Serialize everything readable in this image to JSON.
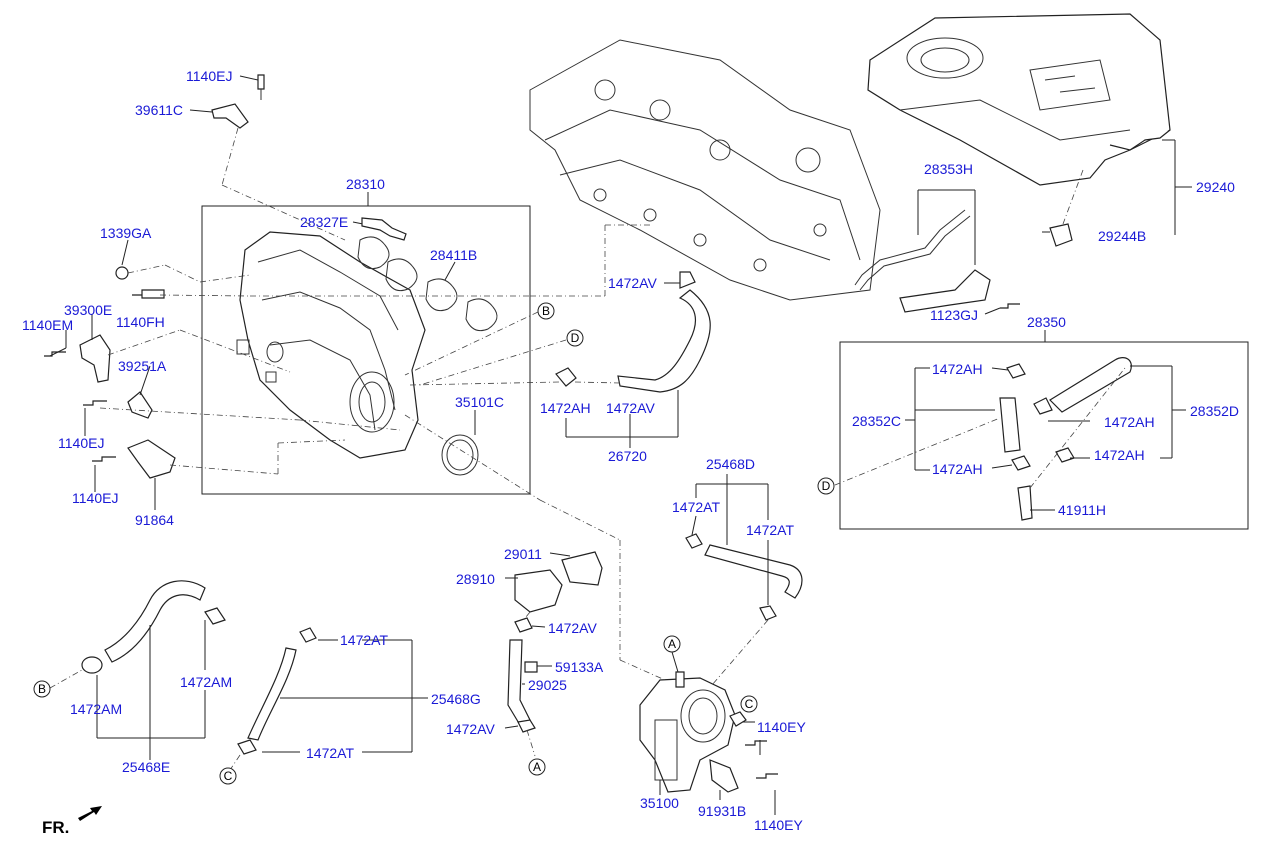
{
  "labels": {
    "p1140EJ_top": "1140EJ",
    "p39611C": "39611C",
    "p28310": "28310",
    "p28327E": "28327E",
    "p28411B": "28411B",
    "p1339GA": "1339GA",
    "p39300E": "39300E",
    "p1140EM": "1140EM",
    "p1140FH": "1140FH",
    "p39251A": "39251A",
    "p1140EJ_mid": "1140EJ",
    "p1140EJ_low": "1140EJ",
    "p91864": "91864",
    "p35101C": "35101C",
    "p1472AV_a": "1472AV",
    "p1472AH_a": "1472AH",
    "p1472AV_b": "1472AV",
    "p26720": "26720",
    "p28353H": "28353H",
    "p29240": "29240",
    "p29244B": "29244B",
    "p1123GJ": "1123GJ",
    "p28350": "28350",
    "p1472AH_b": "1472AH",
    "p28352C": "28352C",
    "p1472AH_c": "1472AH",
    "p28352D": "28352D",
    "p1472AH_d": "1472AH",
    "p1472AH_e": "1472AH",
    "p41911H": "41911H",
    "p25468D": "25468D",
    "p1472AT_a": "1472AT",
    "p1472AT_b": "1472AT",
    "p29011": "29011",
    "p28910": "28910",
    "p1472AV_c": "1472AV",
    "p59133A": "59133A",
    "p29025": "29025",
    "p1472AV_d": "1472AV",
    "p1472AT_c": "1472AT",
    "p25468G": "25468G",
    "p1472AT_d": "1472AT",
    "p1472AM_a": "1472AM",
    "p1472AM_b": "1472AM",
    "p25468E": "25468E",
    "p1140EY_a": "1140EY",
    "p1140EY_b": "1140EY",
    "p35100": "35100",
    "p91931B": "91931B"
  },
  "refs": {
    "A": "A",
    "B": "B",
    "C": "C",
    "D": "D"
  },
  "direction": {
    "label": "FR."
  },
  "colors": {
    "label": "#1a1ad6",
    "line": "#222222"
  }
}
